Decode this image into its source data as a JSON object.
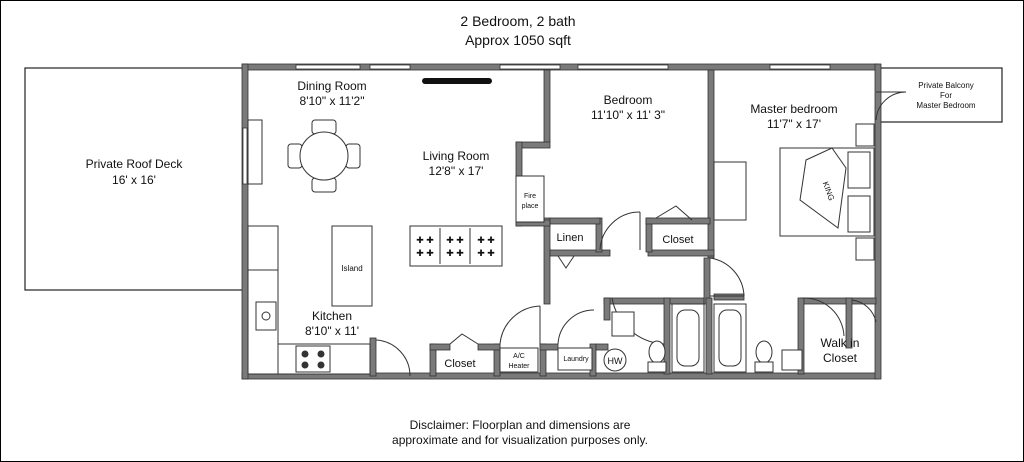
{
  "title": {
    "line1": "2 Bedroom, 2 bath",
    "line2": "Approx 1050 sqft"
  },
  "rooms": {
    "roof_deck": {
      "name": "Private Roof Deck",
      "dims": "16' x 16'"
    },
    "dining": {
      "name": "Dining Room",
      "dims": "8'10\" x 11'2\""
    },
    "living": {
      "name": "Living Room",
      "dims": "12'8\" x 17'"
    },
    "bedroom": {
      "name": "Bedroom",
      "dims": "11'10\" x 11' 3\""
    },
    "master": {
      "name": "Master bedroom",
      "dims": "11'7\" x 17'"
    },
    "balcony": {
      "line1": "Private Balcony",
      "line2": "For",
      "line3": "Master Bedroom"
    },
    "kitchen": {
      "name": "Kitchen",
      "dims": "8'10\" x 11'"
    },
    "walkin": {
      "line1": "Walk in",
      "line2": "Closet"
    }
  },
  "fixtures": {
    "fireplace_1": "Fire",
    "fireplace_2": "place",
    "linen": "Linen",
    "closet_bedroom": "Closet",
    "closet_hall": "Closet",
    "island": "Island",
    "ac_1": "A/C",
    "ac_2": "Heater",
    "laundry": "Laundry",
    "hw": "HW",
    "king": "KING"
  },
  "disclaimer": {
    "line1": "Disclaimer: Floorplan and dimensions are",
    "line2": "approximate and for visualization purposes only."
  }
}
